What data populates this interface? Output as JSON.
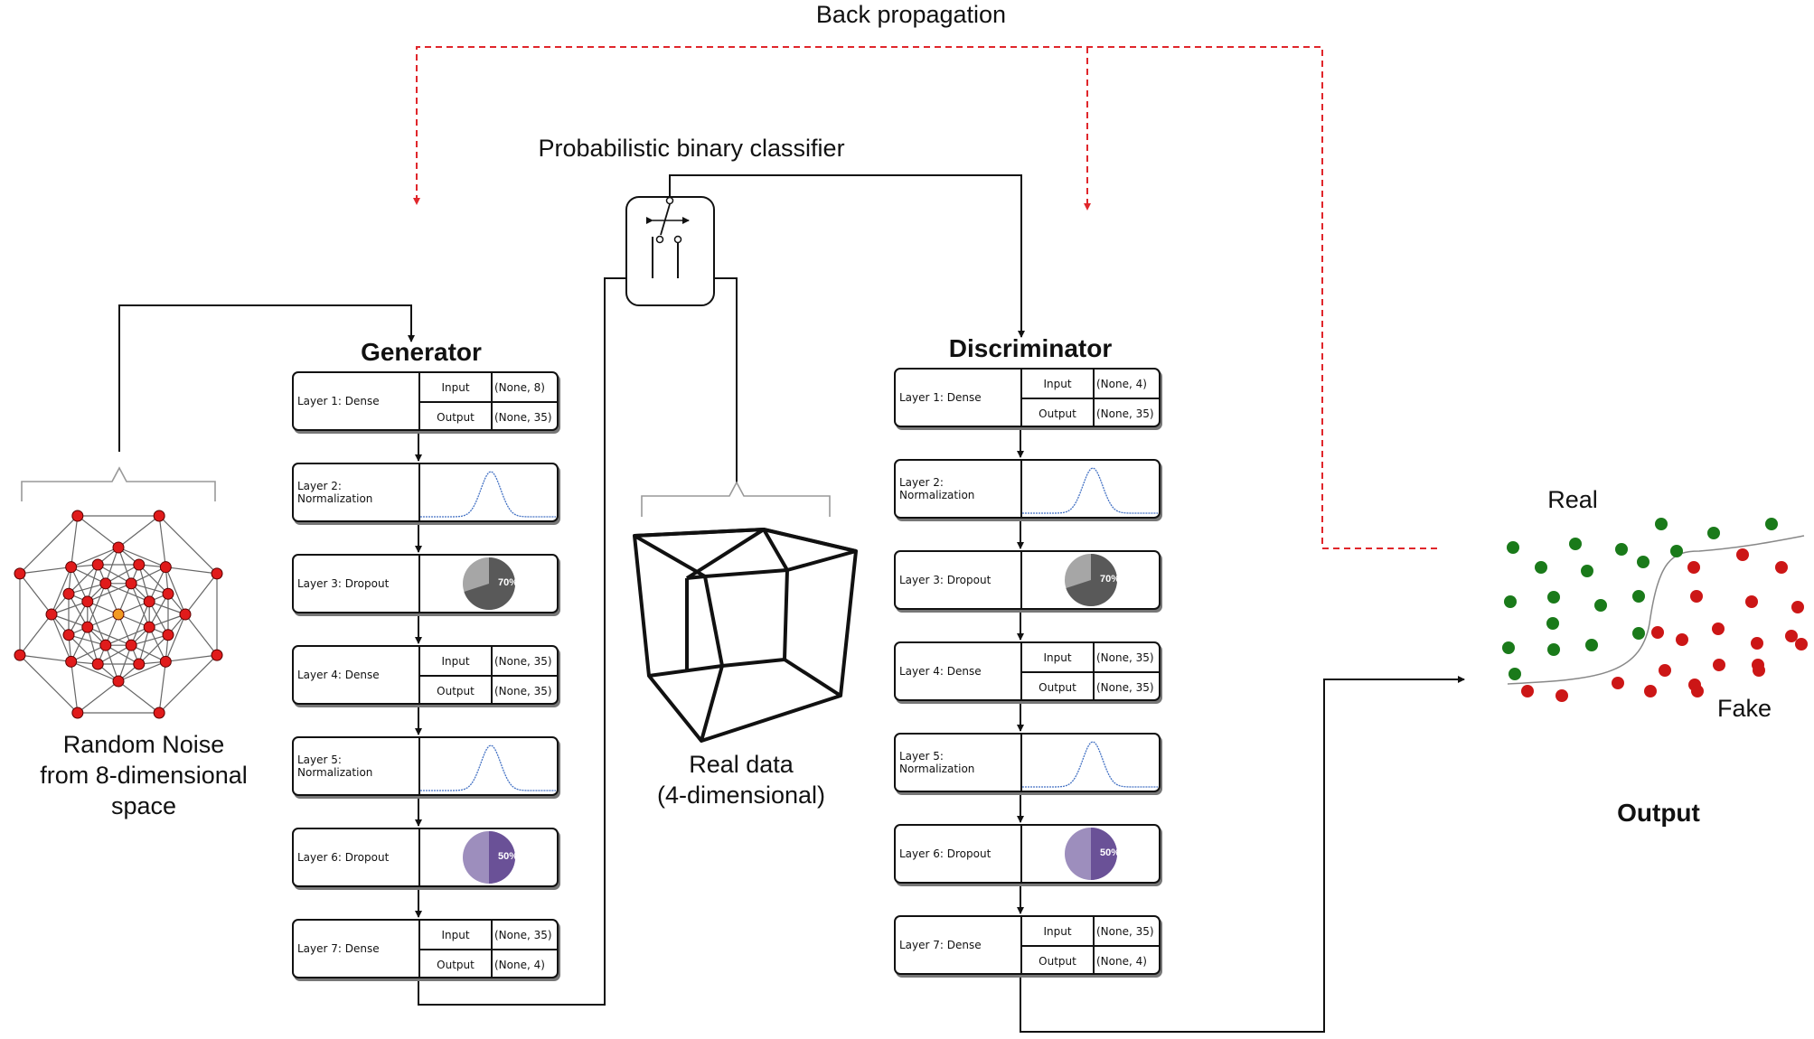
{
  "labels": {
    "back_propagation": "Back propagation",
    "classifier": "Probabilistic binary classifier",
    "generator": "Generator",
    "discriminator": "Discriminator",
    "noise_line1": "Random Noise",
    "noise_line2": "from 8-dimensional",
    "noise_line3": "space",
    "real_line1": "Real data",
    "real_line2": "(4-dimensional)",
    "real": "Real",
    "fake": "Fake",
    "output": "Output"
  },
  "io_keys": {
    "input": "Input",
    "output": "Output"
  },
  "generator_layers": [
    {
      "name": "Layer 1: Dense",
      "kind": "dense",
      "input": "(None, 8)",
      "output": "(None, 35)"
    },
    {
      "name": "Layer 2: Normalization",
      "kind": "norm"
    },
    {
      "name": "Layer 3: Dropout",
      "kind": "dropout",
      "rate": 0.7,
      "label": "70%",
      "dark": "#595959",
      "light": "#a6a6a6"
    },
    {
      "name": "Layer 4: Dense",
      "kind": "dense",
      "input": "(None, 35)",
      "output": "(None, 35)"
    },
    {
      "name": "Layer 5: Normalization",
      "kind": "norm"
    },
    {
      "name": "Layer 6: Dropout",
      "kind": "dropout",
      "rate": 0.5,
      "label": "50%",
      "dark": "#6a5197",
      "light": "#9d8ebd"
    },
    {
      "name": "Layer 7: Dense",
      "kind": "dense",
      "input": "(None, 35)",
      "output": "(None, 4)"
    }
  ],
  "discriminator_layers": [
    {
      "name": "Layer 1: Dense",
      "kind": "dense",
      "input": "(None, 4)",
      "output": "(None, 35)"
    },
    {
      "name": "Layer 2: Normalization",
      "kind": "norm"
    },
    {
      "name": "Layer 3: Dropout",
      "kind": "dropout",
      "rate": 0.7,
      "label": "70%",
      "dark": "#595959",
      "light": "#a6a6a6"
    },
    {
      "name": "Layer 4: Dense",
      "kind": "dense",
      "input": "(None, 35)",
      "output": "(None, 35)"
    },
    {
      "name": "Layer 5: Normalization",
      "kind": "norm"
    },
    {
      "name": "Layer 6: Dropout",
      "kind": "dropout",
      "rate": 0.5,
      "label": "50%",
      "dark": "#6a5197",
      "light": "#9d8ebd"
    },
    {
      "name": "Layer 7: Dense",
      "kind": "dense",
      "input": "(None, 35)",
      "output": "(None, 4)"
    }
  ],
  "colors": {
    "backprop": "#e0262b",
    "real_dot": "#1a7a1a",
    "fake_dot": "#cc1616",
    "node": "#e01b1b",
    "center_node": "#f29a22",
    "gaussian": "#4472c4"
  }
}
